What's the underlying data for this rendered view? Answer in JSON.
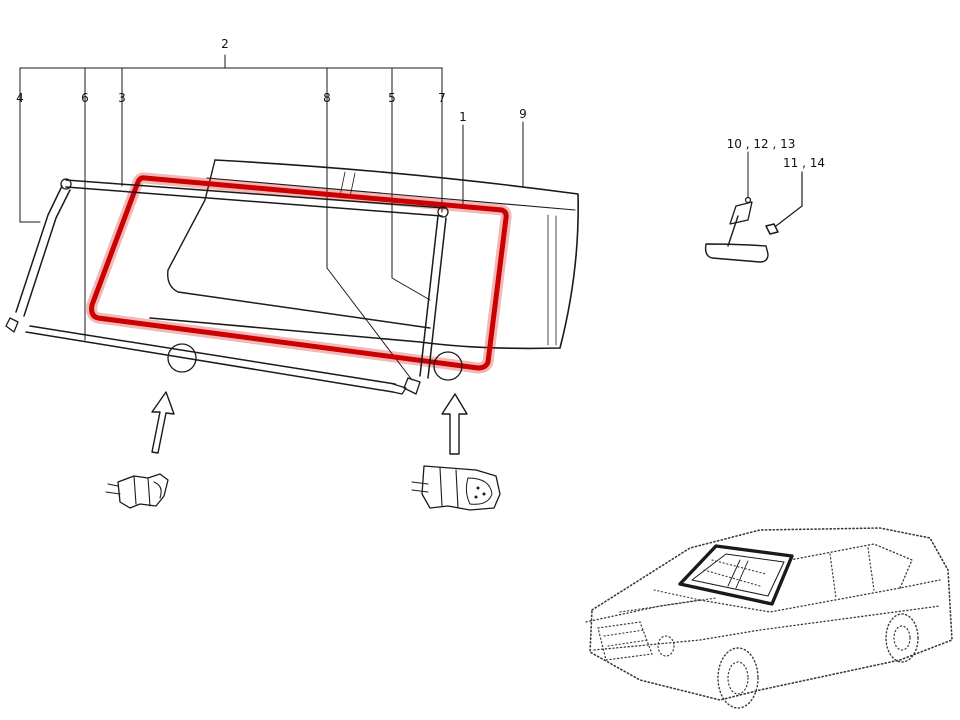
{
  "callouts": {
    "c2": "2",
    "c4": "4",
    "c6": "6",
    "c3": "3",
    "c8": "8",
    "c5": "5",
    "c7": "7",
    "c1": "1",
    "c9": "9",
    "c10_12_13": "10 , 12 , 13",
    "c11_14": "11 , 14"
  },
  "colors": {
    "highlight": "#cc0000",
    "ink": "#1a1a1a"
  }
}
